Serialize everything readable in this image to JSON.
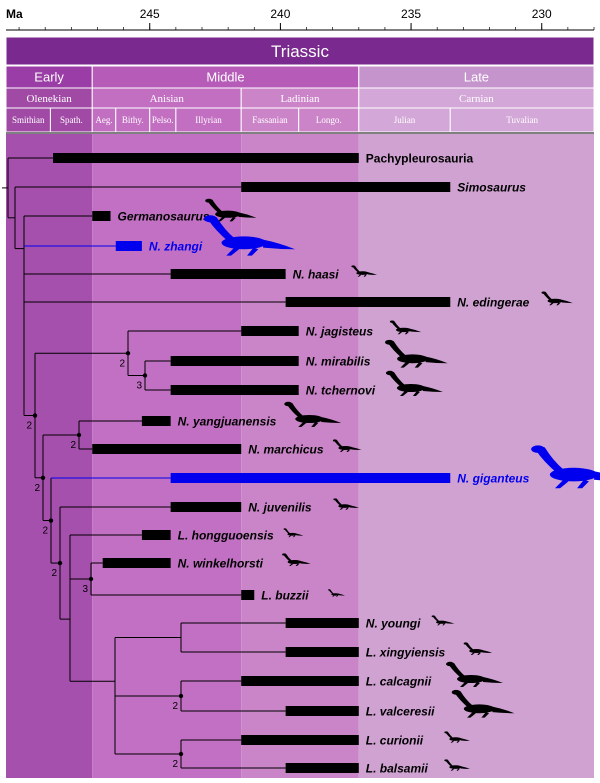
{
  "axis": {
    "unit": "Ma",
    "ticks": [
      245,
      240,
      235,
      230
    ],
    "range": [
      250.5,
      228
    ]
  },
  "periods": [
    {
      "label": "Triassic",
      "start": 250.5,
      "end": 228,
      "color": "#7a2a8e"
    }
  ],
  "epochs": [
    {
      "label": "Early",
      "start": 250.5,
      "end": 247.2,
      "color": "#9b3da6"
    },
    {
      "label": "Middle",
      "start": 247.2,
      "end": 237.0,
      "color": "#b65bb8"
    },
    {
      "label": "Late",
      "start": 237.0,
      "end": 228,
      "color": "#c594cc"
    }
  ],
  "stages": [
    {
      "label": "Olenekian",
      "start": 250.5,
      "end": 247.2,
      "color": "#a04aa6"
    },
    {
      "label": "Anisian",
      "start": 247.2,
      "end": 241.5,
      "color": "#c26fc2"
    },
    {
      "label": "Ladinian",
      "start": 241.5,
      "end": 237.0,
      "color": "#cc84c9"
    },
    {
      "label": "Carnian",
      "start": 237.0,
      "end": 228,
      "color": "#d3a7d7"
    }
  ],
  "substages": [
    {
      "label": "Smithian",
      "start": 250.5,
      "end": 248.8,
      "color": "#a04aa6"
    },
    {
      "label": "Spath.",
      "start": 248.8,
      "end": 247.2,
      "color": "#a04aa6"
    },
    {
      "label": "Aeg.",
      "start": 247.2,
      "end": 246.3,
      "color": "#c26fc2"
    },
    {
      "label": "Bithy.",
      "start": 246.3,
      "end": 245.0,
      "color": "#c26fc2"
    },
    {
      "label": "Pelso.",
      "start": 245.0,
      "end": 244.0,
      "color": "#c26fc2"
    },
    {
      "label": "Illyrian",
      "start": 244.0,
      "end": 241.5,
      "color": "#c26fc2"
    },
    {
      "label": "Fassanian",
      "start": 241.5,
      "end": 239.3,
      "color": "#cc84c9"
    },
    {
      "label": "Longo.",
      "start": 239.3,
      "end": 237.0,
      "color": "#cc84c9"
    },
    {
      "label": "Julian",
      "start": 237.0,
      "end": 233.5,
      "color": "#d3a7d7"
    },
    {
      "label": "Tuvalian",
      "start": 233.5,
      "end": 228,
      "color": "#d3a7d7"
    }
  ],
  "bands": [
    {
      "start": 250.5,
      "end": 247.2,
      "color": "#a650ad"
    },
    {
      "start": 247.2,
      "end": 241.5,
      "color": "#c270c3"
    },
    {
      "start": 241.5,
      "end": 237.0,
      "color": "#c985c7"
    },
    {
      "start": 237.0,
      "end": 228,
      "color": "#cfa2d2"
    }
  ],
  "taxa": [
    {
      "name": "Pachypleurosauria",
      "start": 248.7,
      "end": 237.0,
      "italic": false,
      "highlight": false,
      "silhouette": false
    },
    {
      "name": "Simosaurus",
      "start": 241.5,
      "end": 233.5,
      "italic": true,
      "highlight": false,
      "silhouette": false
    },
    {
      "name": "Germanosaurus",
      "start": 247.2,
      "end": 246.5,
      "italic": true,
      "highlight": false,
      "silhouette": true,
      "sil_scale": 0.9
    },
    {
      "name": "N. zhangi",
      "start": 246.3,
      "end": 245.3,
      "italic": true,
      "highlight": true,
      "silhouette": true,
      "sil_scale": 1.6
    },
    {
      "name": "N. haasi",
      "start": 244.2,
      "end": 239.8,
      "italic": true,
      "highlight": false,
      "silhouette": true,
      "sil_scale": 0.45
    },
    {
      "name": "N. edingerae",
      "start": 239.8,
      "end": 233.5,
      "italic": true,
      "highlight": false,
      "silhouette": true,
      "sil_scale": 0.55
    },
    {
      "name": "N. jagisteus",
      "start": 241.5,
      "end": 239.3,
      "italic": true,
      "highlight": false,
      "silhouette": true,
      "sil_scale": 0.55
    },
    {
      "name": "N. mirabilis",
      "start": 244.2,
      "end": 239.3,
      "italic": true,
      "highlight": false,
      "silhouette": true,
      "sil_scale": 1.1
    },
    {
      "name": "N. tchernovi",
      "start": 244.2,
      "end": 239.3,
      "italic": true,
      "highlight": false,
      "silhouette": true,
      "sil_scale": 1.0
    },
    {
      "name": "N. yangjuanensis",
      "start": 245.3,
      "end": 244.2,
      "italic": true,
      "highlight": false,
      "silhouette": true,
      "sil_scale": 1.0
    },
    {
      "name": "N. marchicus",
      "start": 247.2,
      "end": 241.5,
      "italic": true,
      "highlight": false,
      "silhouette": true,
      "sil_scale": 0.5
    },
    {
      "name": "N. giganteus",
      "start": 244.2,
      "end": 233.5,
      "italic": true,
      "highlight": true,
      "silhouette": true,
      "sil_scale": 1.7
    },
    {
      "name": "N. juvenilis",
      "start": 244.2,
      "end": 241.5,
      "italic": true,
      "highlight": false,
      "silhouette": true,
      "sil_scale": 0.45
    },
    {
      "name": "L. hongguoensis",
      "start": 245.3,
      "end": 244.2,
      "italic": true,
      "highlight": false,
      "silhouette": true,
      "sil_scale": 0.35
    },
    {
      "name": "N. winkelhorsti",
      "start": 246.8,
      "end": 244.2,
      "italic": true,
      "highlight": false,
      "silhouette": true,
      "sil_scale": 0.5
    },
    {
      "name": "L. buzzii",
      "start": 241.5,
      "end": 241.0,
      "italic": true,
      "highlight": false,
      "silhouette": true,
      "sil_scale": 0.3
    },
    {
      "name": "N. youngi",
      "start": 239.8,
      "end": 237.0,
      "italic": true,
      "highlight": false,
      "silhouette": true,
      "sil_scale": 0.4
    },
    {
      "name": "L. xingyiensis",
      "start": 239.8,
      "end": 237.0,
      "italic": true,
      "highlight": false,
      "silhouette": true,
      "sil_scale": 0.5
    },
    {
      "name": "L. calcagnii",
      "start": 241.5,
      "end": 237.0,
      "italic": true,
      "highlight": false,
      "silhouette": true,
      "sil_scale": 1.0
    },
    {
      "name": "L. valceresii",
      "start": 239.8,
      "end": 237.0,
      "italic": true,
      "highlight": false,
      "silhouette": true,
      "sil_scale": 1.1
    },
    {
      "name": "L. curionii",
      "start": 241.5,
      "end": 237.0,
      "italic": true,
      "highlight": false,
      "silhouette": true,
      "sil_scale": 0.45
    },
    {
      "name": "L. balsamii",
      "start": 239.8,
      "end": 237.0,
      "italic": true,
      "highlight": false,
      "silhouette": true,
      "sil_scale": 0.45
    }
  ],
  "support_labels": [
    "2",
    "3",
    "2",
    "2",
    "2",
    "2",
    "2",
    "3",
    "2",
    "2"
  ],
  "colors": {
    "highlight": "#0000ee",
    "bar": "#000000",
    "tree": "#000000",
    "header_border": "#ffffff"
  }
}
